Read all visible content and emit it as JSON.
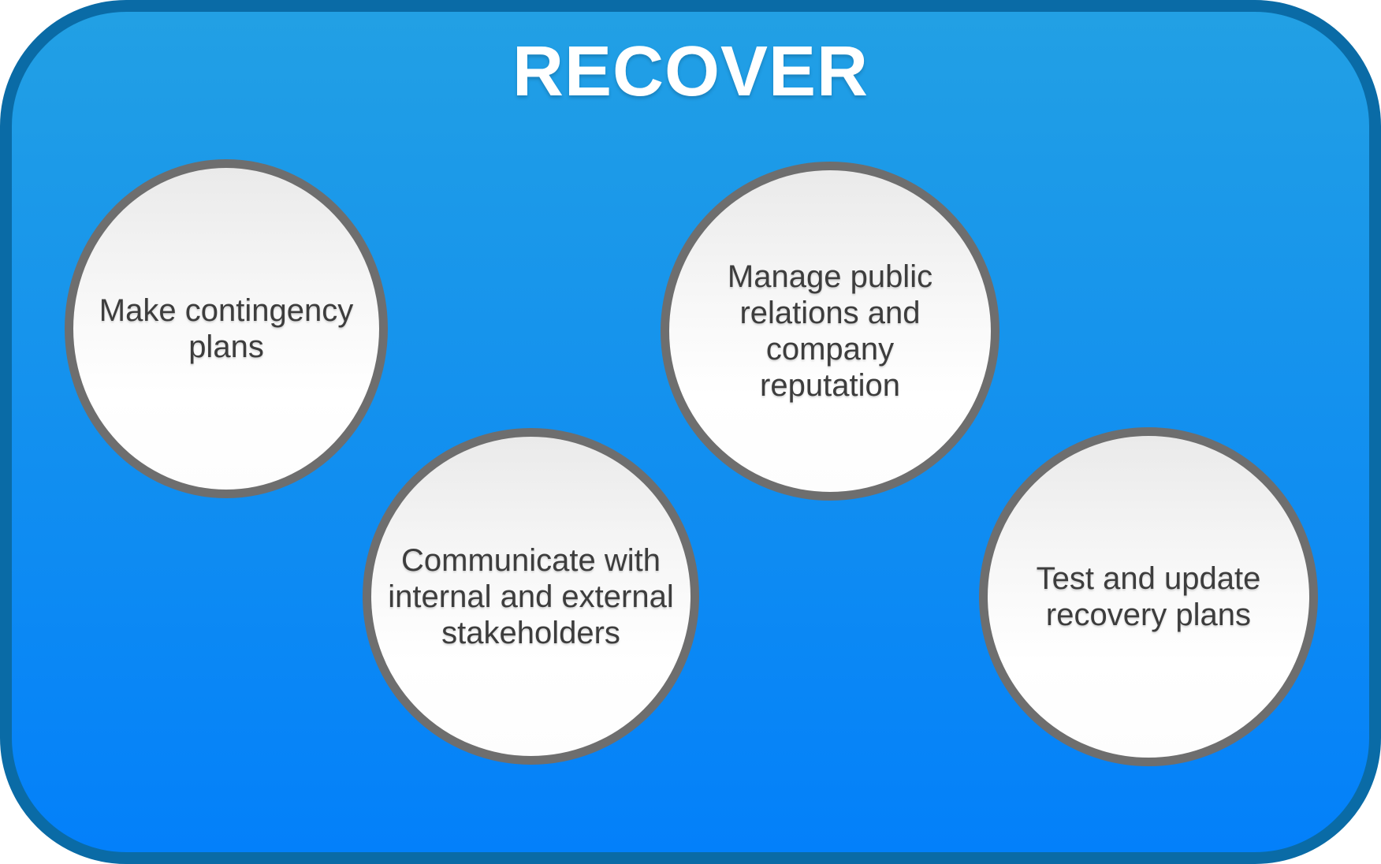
{
  "title": "RECOVER",
  "colors": {
    "panel_border": "#0a6ba6",
    "panel_top": "#22a0e4",
    "panel_bottom": "#0380fa",
    "title_color": "#ffffff",
    "circle_border": "#6e6e6e",
    "circle_text": "#3d3d3d"
  },
  "circles": [
    {
      "id": "make-contingency-plans",
      "text": "Make contingency\nplans"
    },
    {
      "id": "communicate-stakeholders",
      "text": "Communicate with\ninternal and external\nstakeholders"
    },
    {
      "id": "manage-public-relations",
      "text": "Manage public\nrelations and\ncompany\nreputation"
    },
    {
      "id": "test-update-recovery-plans",
      "text": "Test and update\nrecovery plans"
    }
  ]
}
